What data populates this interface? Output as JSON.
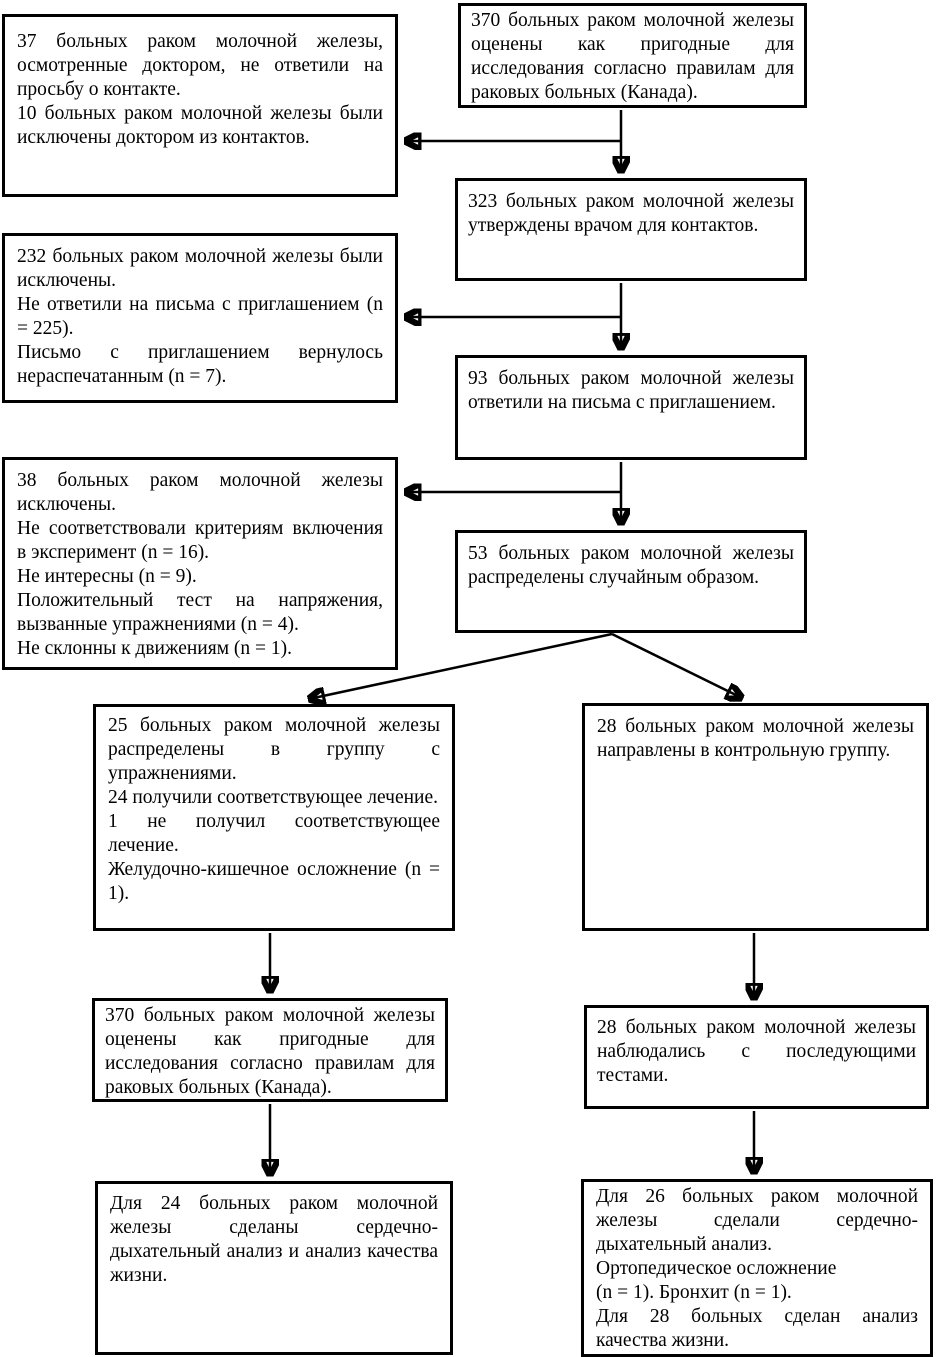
{
  "diagram": {
    "background_color": "#ffffff",
    "line_color": "#000000",
    "boxes": {
      "eligible_370": {
        "paragraphs": [
          "370 больных раком молочной железы оценены как пригодные для исследования согласно правилам для раковых больных (Канада)."
        ]
      },
      "declined_contact": {
        "paragraphs": [
          "37 больных раком молочной железы, осмотренные доктором, не ответили на просьбу о контакте.",
          "10 больных раком молочной железы были исключены доктором из контактов."
        ]
      },
      "approved_323": {
        "paragraphs": [
          "323 больных раком молочной железы утверждены врачом для контактов."
        ]
      },
      "excluded_232": {
        "paragraphs": [
          "232 больных раком молочной железы были исключены.",
          "Не ответили на письма с приглашением (n = 225).",
          "Письмо с приглашением вернулось нераспечатанным (n = 7)."
        ]
      },
      "responded_93": {
        "paragraphs": [
          "93 больных раком молочной железы ответили на письма с приглашением."
        ]
      },
      "excluded_38": {
        "paragraphs": [
          "38 больных раком молочной железы исключены.",
          "Не соответствовали критериям включения в эксперимент (n = 16).",
          "Не интересны (n = 9).",
          "Положительный тест на напряжения, вызванные упражнениями (n = 4).",
          "Не склонны к движениям (n = 1)."
        ]
      },
      "randomized_53": {
        "paragraphs": [
          "53 больных раком молочной железы распределены случайным образом."
        ]
      },
      "exercise_group_25": {
        "paragraphs": [
          "25 больных раком молочной железы распределены в группу с упражнениями.",
          "24 получили соответствующее лечение.",
          "1 не получил соответствующее лечение.",
          "Желудочно-кишечное осложнение (n = 1)."
        ]
      },
      "control_group_28": {
        "paragraphs": [
          "28 больных раком молочной железы направлены в контрольную группу."
        ]
      },
      "exercise_followup_370": {
        "paragraphs": [
          "370 больных раком молочной железы оценены как пригодные для исследования согласно правилам для раковых больных (Канада)."
        ]
      },
      "control_followup_28": {
        "paragraphs": [
          "28 больных раком молочной железы наблюдались с последующими тестами."
        ]
      },
      "exercise_analysis_24": {
        "paragraphs": [
          "Для 24 больных раком молочной железы сделаны сердечно-дыхательный анализ и анализ качества жизни."
        ]
      },
      "control_analysis_26": {
        "paragraphs": [
          "Для 26 больных раком молочной железы сделали сердечно-дыхательный анализ.",
          "Ортопедическое осложнение",
          "(n = 1). Бронхит (n = 1).",
          "Для 28 больных сделан анализ качества жизни."
        ]
      }
    }
  }
}
